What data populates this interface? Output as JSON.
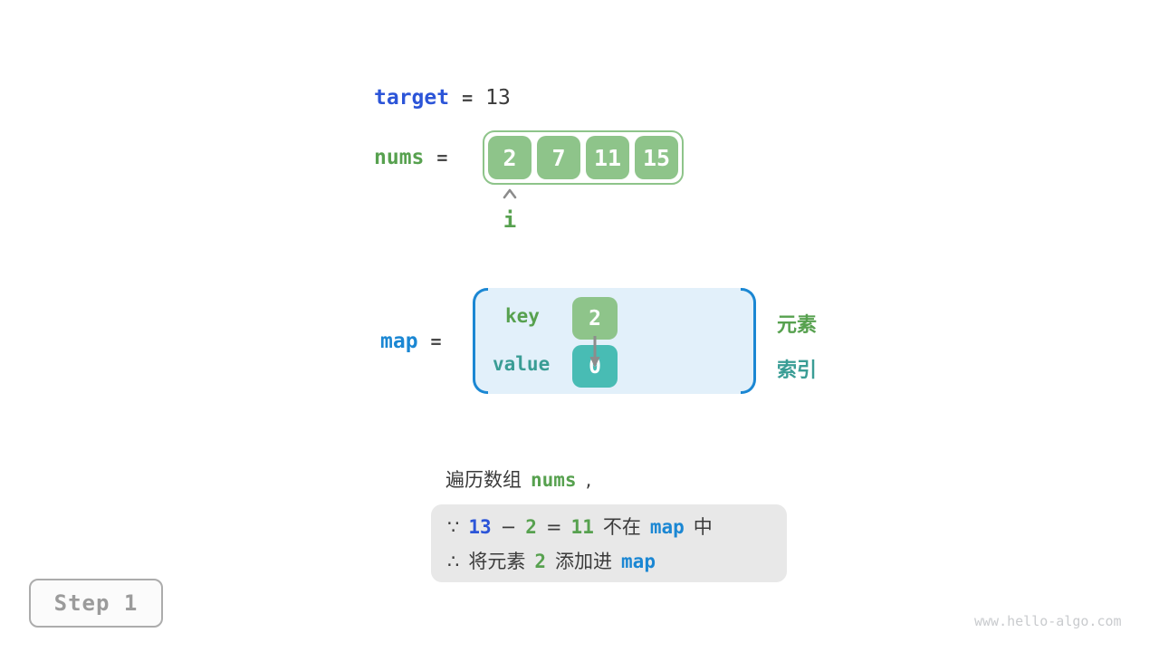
{
  "palette": {
    "royal_blue": "#2C55D8",
    "azure": "#1B87D3",
    "green_text": "#57A14F",
    "teal_text": "#3A9D95",
    "cell_green": "#8EC48A",
    "cell_teal": "#48BCB4",
    "map_fill": "#E2F0FA",
    "dark": "#3B3B3B",
    "box_gray": "#E8E8E8",
    "step_text": "#9B9B9B",
    "watermark": "#C9CBCE",
    "arrow_gray": "#8C8C8C"
  },
  "target_row": {
    "var": "target",
    "eq": "=",
    "value": "13"
  },
  "nums_row": {
    "var": "nums",
    "eq": "=",
    "cells": [
      "2",
      "7",
      "11",
      "15"
    ],
    "pointer_label": "i"
  },
  "map_row": {
    "var": "map",
    "eq": "=",
    "key_label": "key",
    "value_label": "value",
    "key_cell": "2",
    "value_cell": "0",
    "right_label_top": "元素",
    "right_label_bottom": "索引"
  },
  "sentence": {
    "prefix": "遍历数组",
    "code": "nums",
    "suffix": ","
  },
  "conclusion": {
    "line1": [
      "∵",
      "13",
      "−",
      "2",
      "=",
      "11",
      "不在",
      "map",
      "中"
    ],
    "line2": [
      "∴",
      "将元素",
      "2",
      "添加进",
      "map"
    ]
  },
  "step_badge": "Step 1",
  "watermark": "www.hello-algo.com"
}
